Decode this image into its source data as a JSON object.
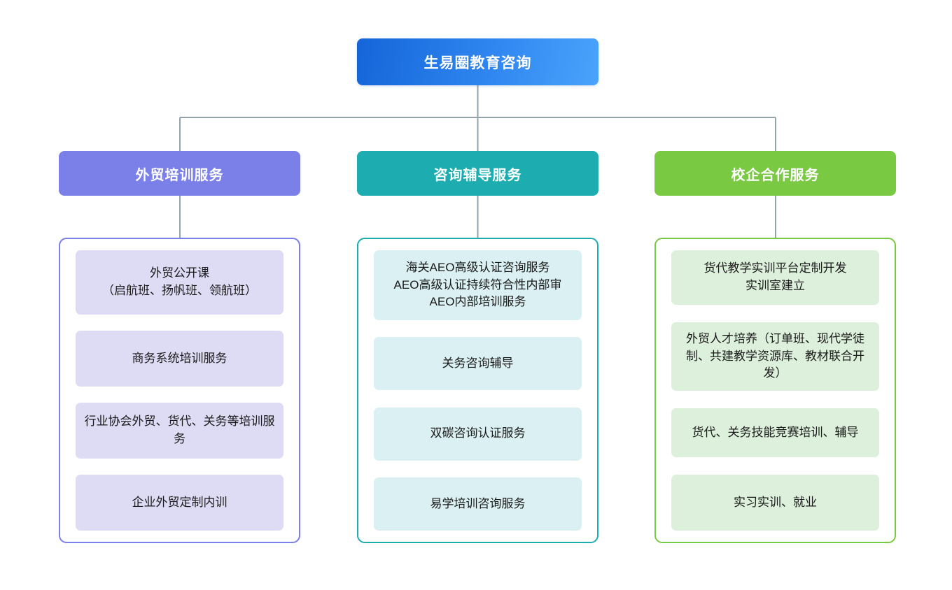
{
  "diagram": {
    "type": "organization-tree",
    "root": {
      "label": "生易圈教育咨询",
      "color": "#2f86f0",
      "gradient_from": "#1565d8",
      "gradient_to": "#4aa3fb"
    },
    "connector_color": "#93a3ad",
    "branches": [
      {
        "header": "外贸培训服务",
        "header_color": "#7b7fe8",
        "border_color": "#7b7fe8",
        "item_color": "#dedbf4",
        "items": [
          "外贸公开课\n（启航班、扬帆班、领航班）",
          "商务系统培训服务",
          "行业协会外贸、货代、关务等培训服务",
          "企业外贸定制内训"
        ]
      },
      {
        "header": "咨询辅导服务",
        "header_color": "#1dadb0",
        "border_color": "#1dadb0",
        "item_color": "#dbf0f2",
        "items": [
          "海关AEO高级认证咨询服务\nAEO高级认证持续符合性内部审\nAEO内部培训服务",
          "关务咨询辅导",
          "双碳咨询认证服务",
          "易学培训咨询服务"
        ]
      },
      {
        "header": "校企合作服务",
        "header_color": "#7ac943",
        "border_color": "#7ac943",
        "item_color": "#dcf0dc",
        "items": [
          "货代教学实训平台定制开发\n实训室建立",
          "外贸人才培养（订单班、现代学徒制、共建教学资源库、教材联合开发）",
          "货代、关务技能竞赛培训、辅导",
          "实习实训、就业"
        ]
      }
    ]
  }
}
